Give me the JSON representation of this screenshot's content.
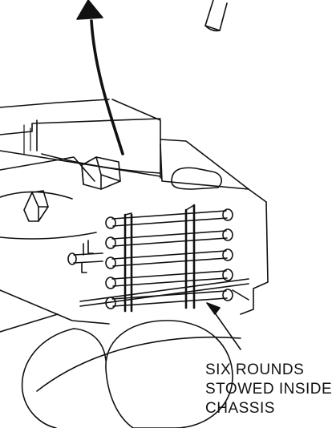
{
  "figure": {
    "callout_lines": [
      "SIX ROUNDS",
      "STOWED INSIDE",
      "CHASSIS"
    ],
    "ink_color": "#111111",
    "background_color": "#ffffff",
    "subject": "vehicle chassis with ammunition stowage rack, hatch-open arrow"
  }
}
